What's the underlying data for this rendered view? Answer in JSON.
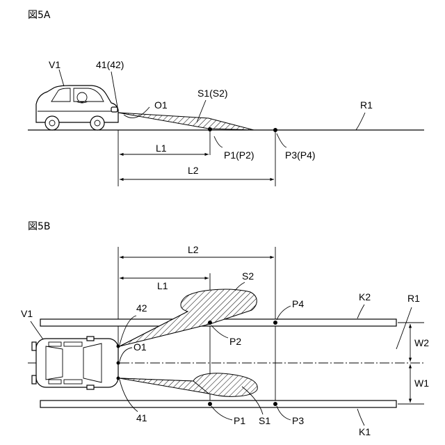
{
  "figure_a": {
    "title": "図5A",
    "labels": {
      "vehicle": "V1",
      "sensor": "41(42)",
      "origin": "O1",
      "region": "S1(S2)",
      "road": "R1",
      "point_near": "P1(P2)",
      "point_far": "P3(P4)",
      "dist_1": "L1",
      "dist_2": "L2"
    }
  },
  "figure_b": {
    "title": "図5B",
    "labels": {
      "vehicle": "V1",
      "sensor_left": "42",
      "sensor_right": "41",
      "origin": "O1",
      "region_upper": "S2",
      "region_lower": "S1",
      "road": "R1",
      "lane_line_upper": "K2",
      "lane_line_lower": "K1",
      "point_p1": "P1",
      "point_p2": "P2",
      "point_p3": "P3",
      "point_p4": "P4",
      "dist_1": "L1",
      "dist_2": "L2",
      "width_upper": "W2",
      "width_lower": "W1"
    }
  }
}
